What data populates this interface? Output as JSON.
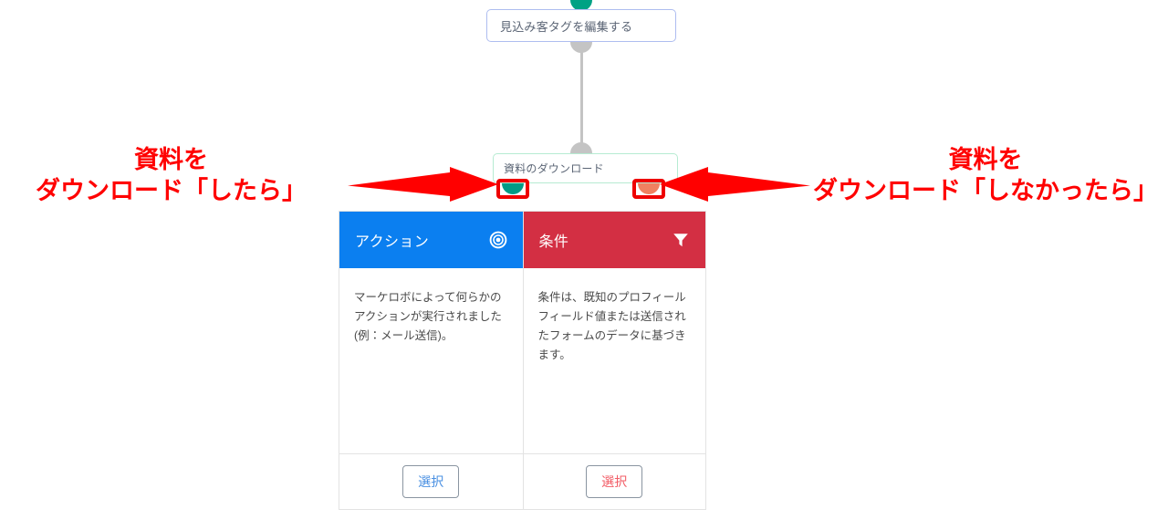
{
  "flow": {
    "nodes": [
      {
        "id": "edit-prospect-tag",
        "label": "見込み客タグを編集する"
      },
      {
        "id": "download-material",
        "label": "資料のダウンロード"
      }
    ],
    "handles": {
      "start_color": "#00a284",
      "connector_color": "#c4c4c4",
      "output_yes_color": "#009b86",
      "output_no_color": "#f08060"
    }
  },
  "annotations": {
    "highlight_color": "#ee0000",
    "left": {
      "line1": "資料を",
      "line2": "ダウンロード「したら」",
      "arrow": "arrow-right-icon",
      "target": "output-yes-handle"
    },
    "right": {
      "line1": "資料を",
      "line2": "ダウンロード「しなかったら」",
      "arrow": "arrow-left-icon",
      "target": "output-no-handle"
    }
  },
  "picker": {
    "cards": [
      {
        "id": "action",
        "title": "アクション",
        "icon": "target-icon",
        "header_color": "#0b7ff0",
        "description": "マーケロボによって何らかのアクションが実行されました(例：メール送信)。",
        "button_label": "選択",
        "button_color": "#4a90e2"
      },
      {
        "id": "condition",
        "title": "条件",
        "icon": "filter-icon",
        "header_color": "#d32f43",
        "description": "条件は、既知のプロフィールフィールド値または送信されたフォームのデータに基づきます。",
        "button_label": "選択",
        "button_color": "#f25c66"
      }
    ]
  }
}
